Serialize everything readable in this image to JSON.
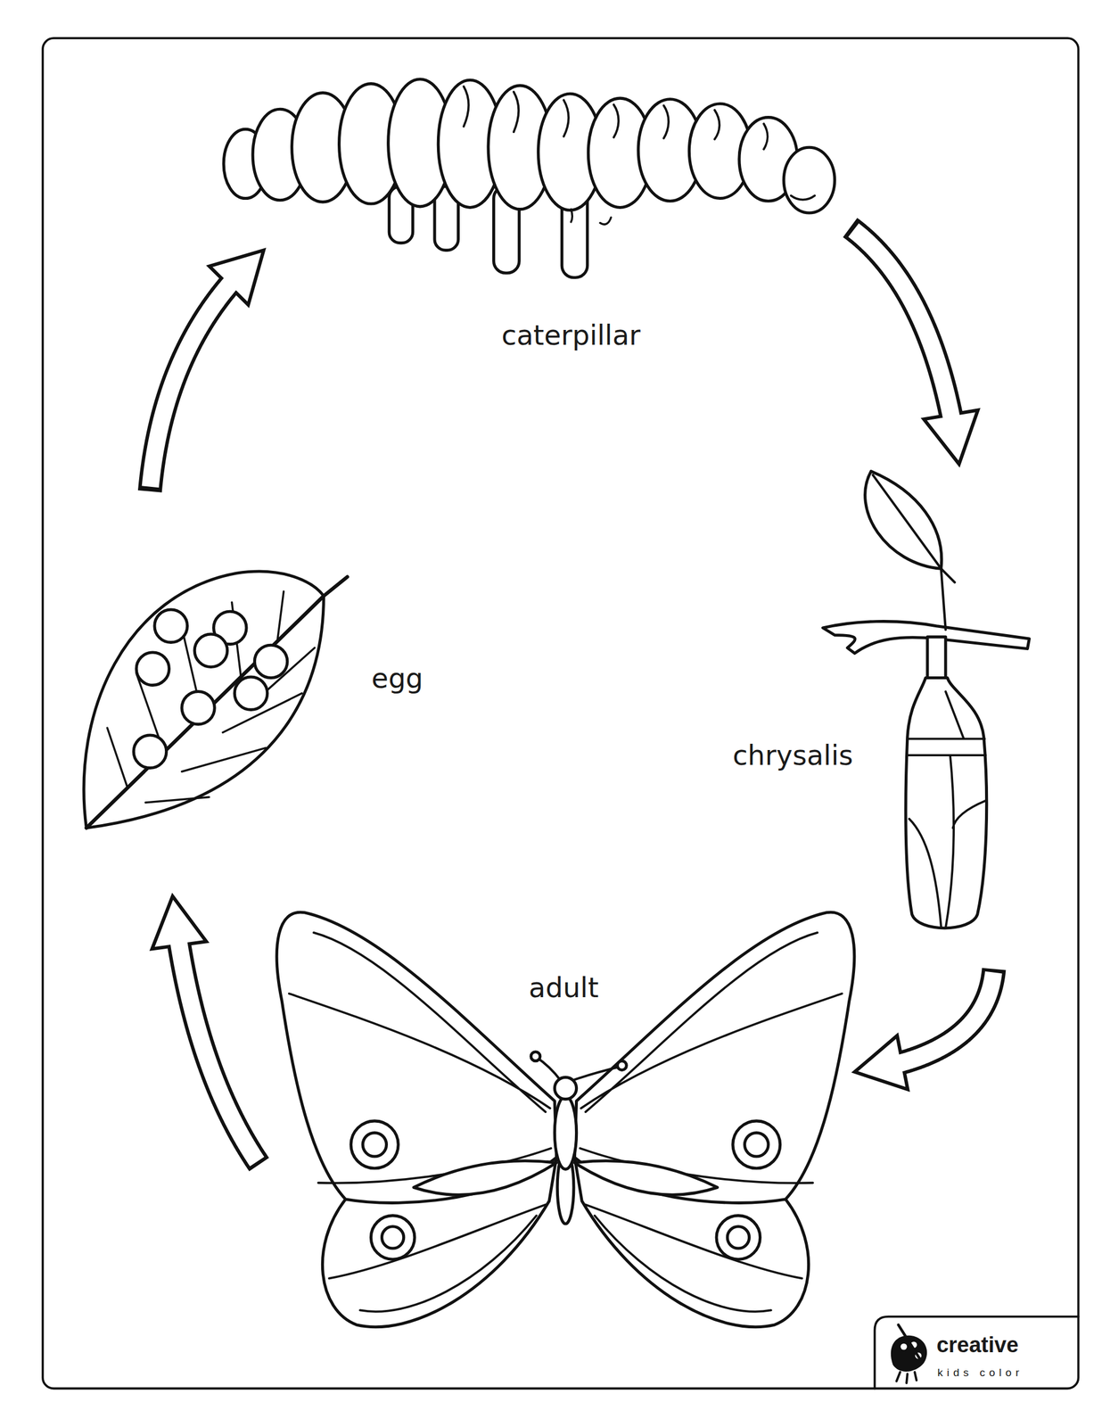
{
  "diagram": {
    "nodes": [
      {
        "text": [
          "caterpillar"
        ]
      },
      {
        "text": [
          "egg"
        ]
      },
      {
        "text": [
          "chrysalis"
        ]
      },
      {
        "text": [
          "adult"
        ]
      }
    ],
    "edges": [
      {
        "from": 1,
        "to": 0,
        "arrow": "to"
      },
      {
        "from": 0,
        "to": 2,
        "arrow": "to"
      },
      {
        "from": 2,
        "to": 3,
        "arrow": "to"
      },
      {
        "from": 3,
        "to": 1,
        "arrow": "to"
      }
    ],
    "labels": [
      "creative",
      "kids color"
    ]
  }
}
